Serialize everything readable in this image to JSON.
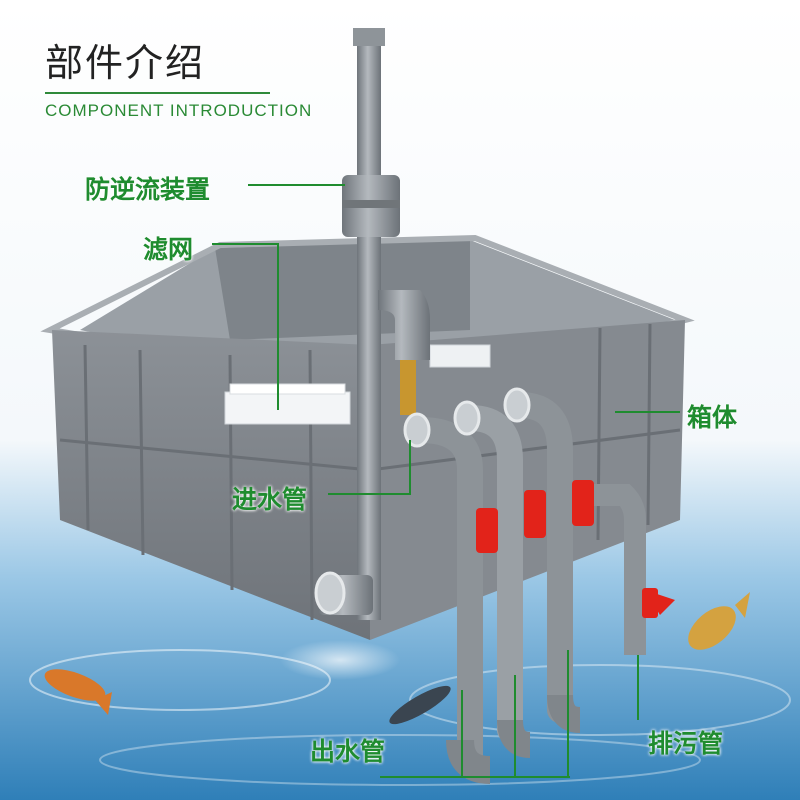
{
  "header": {
    "title_cn": "部件介绍",
    "title_en": "COMPONENT INTRODUCTION"
  },
  "labels": {
    "anti_backflow": "防逆流装置",
    "filter_mesh": "滤网",
    "box_body": "箱体",
    "inlet_pipe": "进水管",
    "outlet_pipe": "出水管",
    "drain_pipe": "排污管"
  },
  "colors": {
    "label_green": "#1f8c2f",
    "box_gray": "#8a8f95",
    "pipe_gray": "#8d9398",
    "valve_red": "#e2231a",
    "water_blue": "#3f8fc4"
  }
}
